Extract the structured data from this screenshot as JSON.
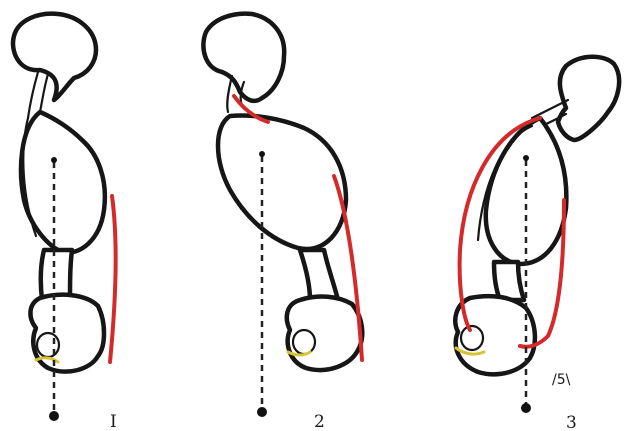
{
  "figures": [
    {
      "number": "I"
    },
    {
      "number": "2"
    },
    {
      "number": "3"
    }
  ],
  "signature": "/5\\",
  "colors": {
    "outline": "#161616",
    "muscle": "#d42a2a",
    "pubic_arch": "#d9c437",
    "background": "#ffffff"
  }
}
